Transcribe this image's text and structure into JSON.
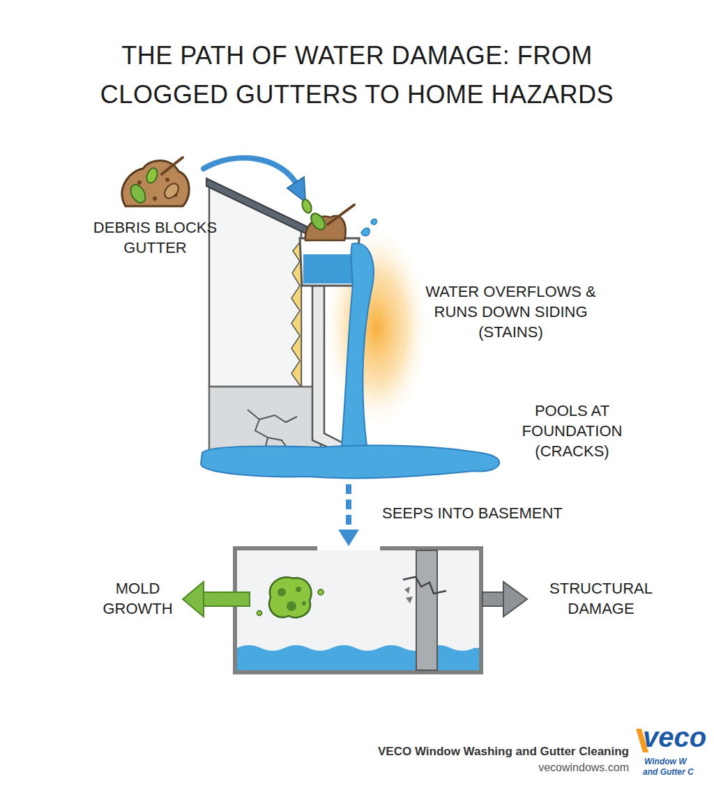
{
  "diagram": {
    "title": "THE PATH OF WATER DAMAGE: FROM CLOGGED GUTTERS TO HOME HAZARDS",
    "labels": [
      "DEBRIS BLOCKS GUTTER",
      "WATER OVERFLOWS & RUNS DOWN SIDING (STAINS)",
      "POOLS AT FOUNDATION (CRACKS)",
      "SEEPS INTO BASEMENT",
      "MOLD GROWTH",
      "STRUCTURAL DAMAGE",
      "VECO Window Washing and Gutter Cleaning",
      "vecowindows.com",
      "veco",
      "Window W",
      "and Gutter C"
    ]
  }
}
